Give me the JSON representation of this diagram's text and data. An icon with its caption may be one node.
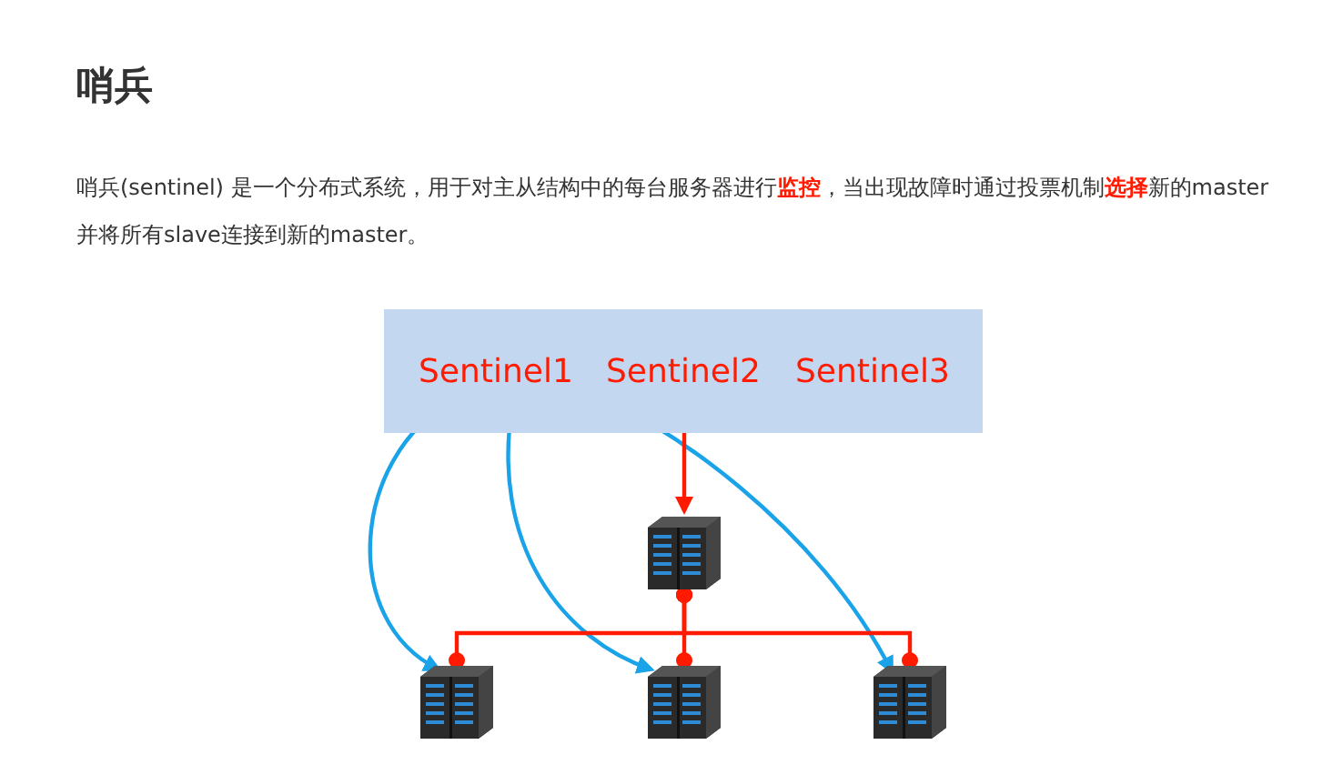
{
  "diagram": {
    "title": "哨兵",
    "nodes": [
      {
        "text": [],
        "shape": "box"
      },
      {
        "text": [
          "Sentinel1"
        ],
        "in": 0
      },
      {
        "text": [
          "Sentinel2"
        ],
        "in": 0
      },
      {
        "text": [
          "Sentinel3"
        ],
        "in": 0
      },
      {
        "text": [],
        "shape": "picture"
      },
      {
        "text": [],
        "shape": "picture"
      },
      {
        "text": [],
        "shape": "picture"
      },
      {
        "text": [],
        "shape": "picture"
      }
    ],
    "edges": [
      {
        "from": 1,
        "to": 5,
        "arrow": "to",
        "color": "#1aa3e8"
      },
      {
        "from": 1,
        "to": 6,
        "arrow": "to",
        "color": "#1aa3e8"
      },
      {
        "from": 1,
        "to": 7,
        "arrow": "to",
        "color": "#1aa3e8"
      },
      {
        "from": 0,
        "to": 4,
        "arrow": "to",
        "color": "#ff1a00"
      },
      {
        "from": 4,
        "to": 5,
        "arrow": "other",
        "color": "#ff1a00"
      },
      {
        "from": 4,
        "to": 6,
        "arrow": "other",
        "color": "#ff1a00"
      },
      {
        "from": 4,
        "to": 7,
        "arrow": "other",
        "color": "#ff1a00"
      }
    ],
    "labels": [
      "哨兵(sentinel) 是一个分布式系统，用于对主从结构中的每台服务器进行**监控**，当出现故障时通过投票机制**选择**新的master并将所有slave连接到新的master。"
    ]
  }
}
